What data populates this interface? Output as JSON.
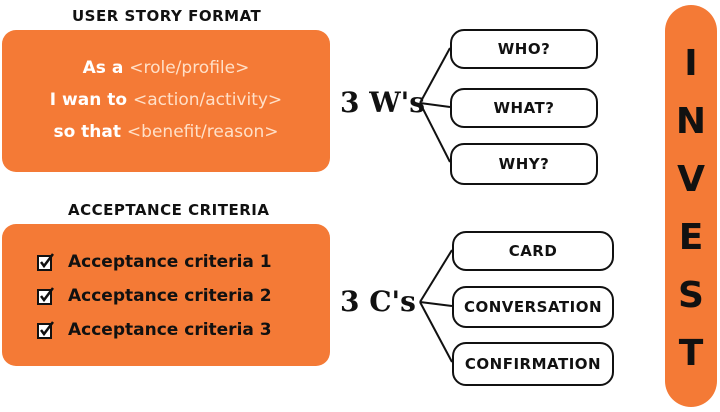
{
  "user_story": {
    "heading": "USER STORY FORMAT",
    "line1_text": "As a ",
    "line1_placeholder": "<role/profile>",
    "line2_text": "I wan to ",
    "line2_placeholder": "<action/activity>",
    "line3_text": "so that ",
    "line3_placeholder": "<benefit/reason>"
  },
  "acceptance": {
    "heading": "ACCEPTANCE CRITERIA",
    "items": [
      "Acceptance criteria 1",
      "Acceptance criteria 2",
      "Acceptance criteria 3"
    ]
  },
  "three_ws": {
    "label": "3 W's",
    "items": [
      "WHO?",
      "WHAT?",
      "WHY?"
    ]
  },
  "three_cs": {
    "label": "3 C's",
    "items": [
      "CARD",
      "CONVERSATION",
      "CONFIRMATION"
    ]
  },
  "invest": {
    "letters": [
      "I",
      "N",
      "V",
      "E",
      "S",
      "T"
    ]
  },
  "colors": {
    "accent": "#f47a36",
    "text": "#111111"
  }
}
